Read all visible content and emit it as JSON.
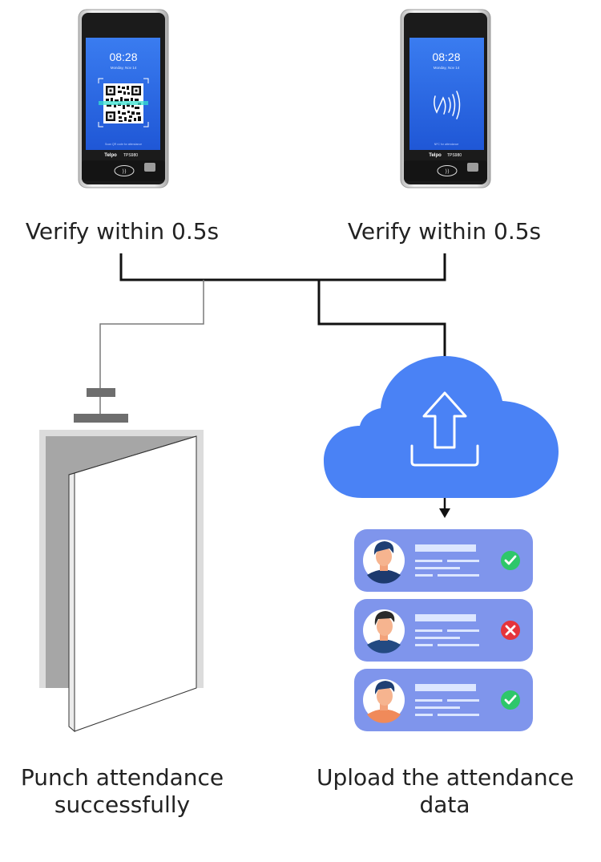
{
  "devices": [
    {
      "id": "qr",
      "time": "08:28",
      "date": "Monday, Nov 14",
      "footer_hint": "Scan QR code for attendance",
      "brand": "Telpo",
      "model": "TPS980",
      "caption": "Verify within 0.5s"
    },
    {
      "id": "nfc",
      "time": "08:28",
      "date": "Monday, Nov 14",
      "footer_hint": "NFC for attendance",
      "brand": "Telpo",
      "model": "TPS980",
      "caption": "Verify within 0.5s"
    }
  ],
  "door": {
    "caption_line1": "Punch attendance",
    "caption_line2": "successfully"
  },
  "upload": {
    "caption_line1": "Upload the attendance",
    "caption_line2": "data",
    "cloud_icon": "upload-cloud-icon"
  },
  "records": [
    {
      "status": "verified",
      "status_icon": "check-circle-icon",
      "status_color": "#2ec76a"
    },
    {
      "status": "rejected",
      "status_icon": "x-circle-icon",
      "status_color": "#e5343c"
    },
    {
      "status": "verified",
      "status_icon": "check-circle-icon",
      "status_color": "#2ec76a"
    }
  ],
  "colors": {
    "screen_blue": "#2f6fe6",
    "cloud_blue": "#4a82f5",
    "record_card": "#7f95ec",
    "line": "#111111",
    "thin_line": "#777777",
    "door_grey": "#a6a6a6"
  }
}
